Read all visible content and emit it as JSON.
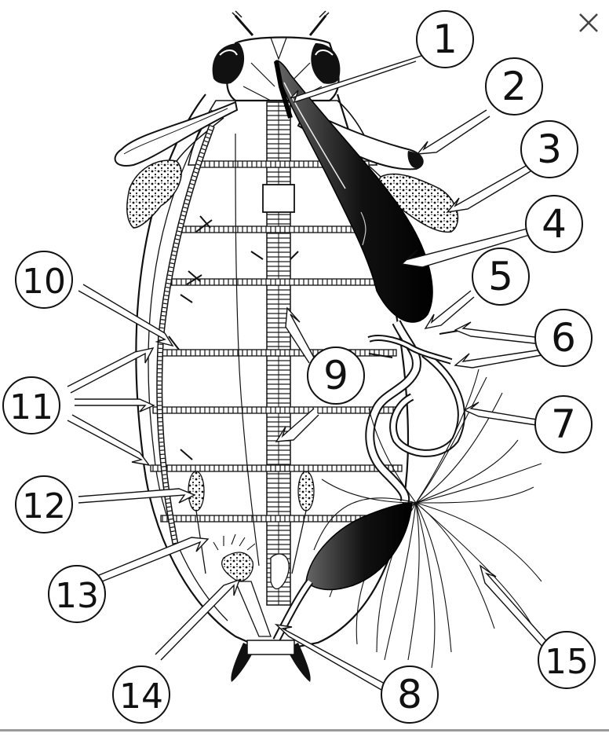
{
  "window": {
    "close_icon": "close-icon"
  },
  "diagram": {
    "subject": "insect-internal-anatomy",
    "callouts": [
      {
        "label": "1"
      },
      {
        "label": "2"
      },
      {
        "label": "3"
      },
      {
        "label": "4"
      },
      {
        "label": "5"
      },
      {
        "label": "6"
      },
      {
        "label": "7"
      },
      {
        "label": "8"
      },
      {
        "label": "9"
      },
      {
        "label": "10"
      },
      {
        "label": "11"
      },
      {
        "label": "12"
      },
      {
        "label": "13"
      },
      {
        "label": "14"
      },
      {
        "label": "15"
      }
    ]
  }
}
